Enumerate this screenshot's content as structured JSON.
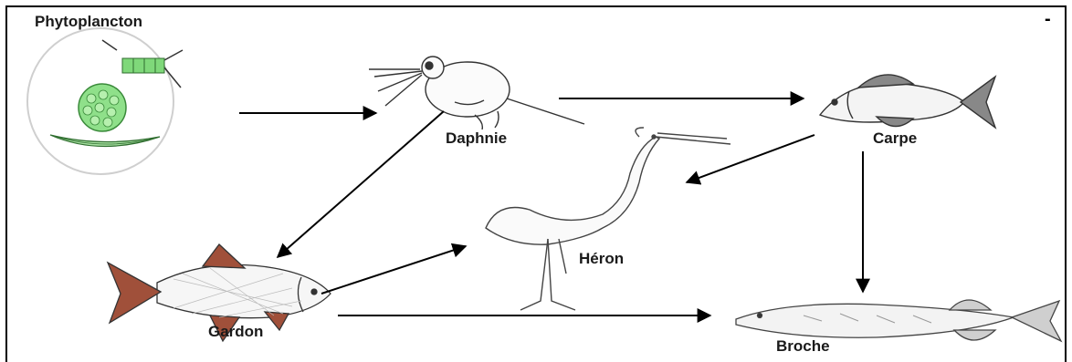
{
  "labels": {
    "phytoplancton": "Phytoplancton",
    "daphnie": "Daphnie",
    "carpe": "Carpe",
    "heron": "Héron",
    "gardon": "Gardon",
    "broche": "Broche"
  },
  "corner_mark": "-",
  "colors": {
    "arrow": "#000000",
    "algae_green": "#7fd87a",
    "fin_red": "#a0503a",
    "outline": "#333333"
  },
  "edges": [
    {
      "from": "Phytoplancton",
      "to": "Daphnie"
    },
    {
      "from": "Daphnie",
      "to": "Carpe"
    },
    {
      "from": "Daphnie",
      "to": "Gardon"
    },
    {
      "from": "Carpe",
      "to": "Héron"
    },
    {
      "from": "Carpe",
      "to": "Broche"
    },
    {
      "from": "Gardon",
      "to": "Héron"
    },
    {
      "from": "Gardon",
      "to": "Broche"
    }
  ]
}
